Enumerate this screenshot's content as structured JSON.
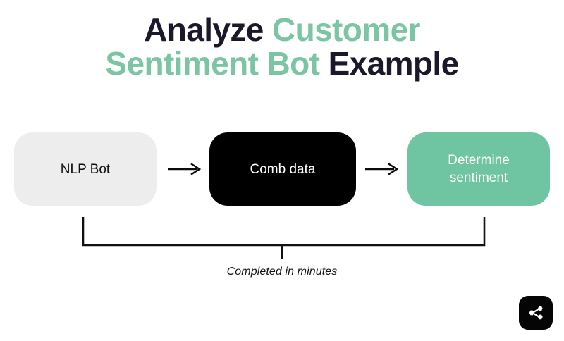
{
  "title": {
    "line1": [
      {
        "text": "Analyze ",
        "color_role": "dark"
      },
      {
        "text": "Customer",
        "color_role": "green"
      }
    ],
    "line2": [
      {
        "text": "Sentiment Bot ",
        "color_role": "green"
      },
      {
        "text": "Example",
        "color_role": "dark"
      }
    ],
    "line1_part1": "Analyze ",
    "line1_part2": "Customer",
    "line2_part1": "Sentiment Bot ",
    "line2_part2": "Example",
    "full_text": "Analyze Customer Sentiment Bot Example"
  },
  "flow": {
    "nodes": [
      {
        "id": "nlp-bot",
        "label": "NLP Bot",
        "background": "#ededed",
        "text_color": "#111111"
      },
      {
        "id": "comb-data",
        "label": "Comb data",
        "background": "#000000",
        "text_color": "#ffffff"
      },
      {
        "id": "determine-sentiment",
        "label": "Determine\nsentiment",
        "background": "#6fc4a1",
        "text_color": "#ffffff"
      }
    ],
    "connectors": [
      {
        "id": "arrow-1",
        "icon": "arrow-right-icon",
        "from": "nlp-bot",
        "to": "comb-data"
      },
      {
        "id": "arrow-2",
        "icon": "arrow-right-icon",
        "from": "comb-data",
        "to": "determine-sentiment"
      }
    ]
  },
  "bracket": {
    "caption": "Completed in minutes",
    "spans_from": "nlp-bot",
    "spans_to": "determine-sentiment",
    "stroke_color": "#111111"
  },
  "badge": {
    "icon": "share-network-icon",
    "background": "#050505",
    "icon_color": "#ffffff"
  },
  "colors": {
    "accent_green": "#7bc5a2",
    "node_green": "#6fc4a1",
    "dark_navy": "#19192b",
    "light_gray": "#ededed",
    "black": "#000000",
    "page_background": "#ffffff"
  }
}
